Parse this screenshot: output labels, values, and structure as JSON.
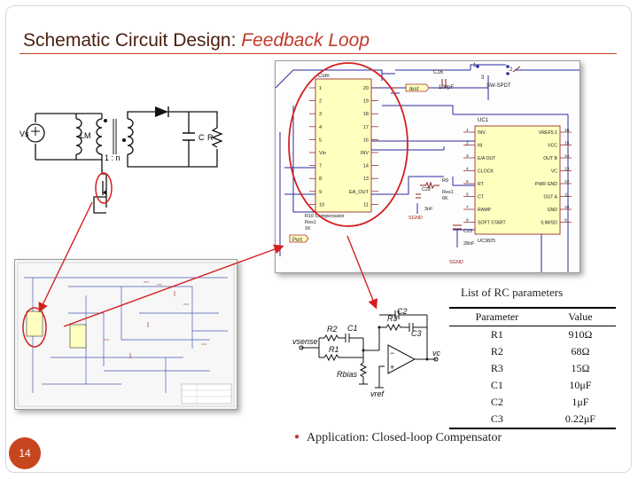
{
  "slide": {
    "title_main": "Schematic Circuit Design:",
    "title_emphasis": "Feedback Loop",
    "page_number": "14"
  },
  "converter": {
    "source_label": "Vs",
    "inductor_label": "LM",
    "cap_label": "C",
    "res_label": "R",
    "ratio_label": "1 : n"
  },
  "schematic": {
    "compensator_chip": {
      "header": "Com",
      "left_pins": [
        "1",
        "2",
        "3",
        "4",
        "5",
        "Vin",
        "7",
        "8",
        "9",
        "10"
      ],
      "right_pins": [
        "20",
        "19",
        "18",
        "17",
        "16",
        "INV",
        "14",
        "13",
        "EA_OUT",
        "11"
      ],
      "footer": "R10 Compensator",
      "footer2": "Res1",
      "footer3": "1K"
    },
    "uc_chip": {
      "header": "UC1",
      "left_pins": [
        "INV",
        "NI",
        "E/A OUT",
        "CLOCK",
        "RT",
        "CT",
        "RAMP",
        "SOFT START"
      ],
      "left_nums": [
        "1",
        "2",
        "3",
        "4",
        "5",
        "6",
        "7",
        "8"
      ],
      "right_pins": [
        "VREF5.1",
        "VCC",
        "OUT B",
        "VC",
        "PWR GND",
        "OUT A",
        "GND",
        "ILIM/SD"
      ],
      "right_nums": [
        "16",
        "15",
        "14",
        "13",
        "12",
        "11",
        "10",
        "9"
      ],
      "footer": "UC3825"
    },
    "labels": {
      "c16": "C16",
      "c16_val": "100pF",
      "sw": "SW-SPDT",
      "port_top": "test",
      "c22": "C22",
      "c22_val": "3nF",
      "r9": "R9",
      "r9_type": "Res1",
      "r9_val": "6K",
      "c23": "C23",
      "c23_val": "28nF",
      "sgnd": "SGND",
      "port_bottom": "Port",
      "sw_pin1": "1",
      "sw_pin2": "2",
      "sw_pin3": "3"
    }
  },
  "compensator": {
    "r2": "R2",
    "c1": "C1",
    "r1": "R1",
    "rbias": "Rbias",
    "c2": "C2",
    "r3": "R3",
    "c3": "C3",
    "vsense": "vsense",
    "vref": "vref",
    "vc": "vc",
    "minus": "−",
    "plus": "+"
  },
  "rc_table": {
    "caption": "List of RC parameters",
    "headers": [
      "Parameter",
      "Value"
    ],
    "rows": [
      {
        "param": "R1",
        "value": "910Ω"
      },
      {
        "param": "R2",
        "value": "68Ω"
      },
      {
        "param": "R3",
        "value": "15Ω"
      },
      {
        "param": "C1",
        "value": "10μF"
      },
      {
        "param": "C2",
        "value": "1μF"
      },
      {
        "param": "C3",
        "value": "0.22μF"
      }
    ]
  },
  "bullet": {
    "text": "Application: Closed-loop Compensator"
  },
  "colors": {
    "accent": "#c6461f",
    "annotation_red": "#d42020",
    "wire_blue": "#2a2aa0",
    "chip_fill": "#ffffc0"
  }
}
